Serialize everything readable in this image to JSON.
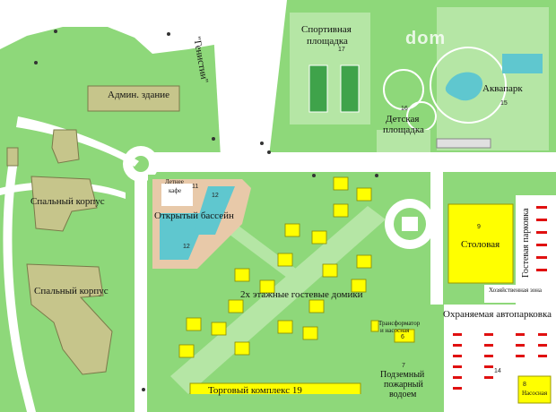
{
  "map": {
    "labels": {
      "street": "\"Генистии\"",
      "sports_ground_l1": "Спортивная",
      "sports_ground_l2": "площадка",
      "sports_ground_num": "17",
      "admin_building": "Админ. здание",
      "playground_num": "16",
      "playground_l1": "Детская",
      "playground_l2": "площадка",
      "aquapark": "Аквапарк",
      "aquapark_num": "15",
      "summer_cafe_l1": "Летнее",
      "summer_cafe_l2": "кафе",
      "summer_cafe_num": "11",
      "pool": "Открытый бассейн",
      "pool_num_1": "12",
      "pool_num_2": "12",
      "dorm_1": "Спальный корпус",
      "dorm_2": "Спальный корпус",
      "canteen": "Столовая",
      "canteen_num": "9",
      "guest_parking": "Гостевая парковка",
      "cottages": "2х этажные гостевые домики",
      "business_zone": "Хозяйственная зона",
      "guarded_parking": "Охраняемая автопарковка",
      "transformer_l1": "Трансформатор",
      "transformer_l2": "и насосная",
      "transformer_num": "6",
      "fire_pond_num": "7",
      "fire_pond_l1": "Подземный",
      "fire_pond_l2": "пожарный",
      "fire_pond_l3": "водоем",
      "pump": "Насосная",
      "pump_num": "8",
      "lot_num": "14",
      "mall": "Торговый комплекс 19",
      "watermark": "dom"
    },
    "colors": {
      "grass": "#8ed87a",
      "light_grass": "#b5e6a5",
      "road": "#ffffff",
      "building_olive": "#c6c58b",
      "yellow": "#ffff00",
      "pool_water": "#5fc7cf",
      "paving": "#e8c9a9",
      "sport_field": "#3fa34a",
      "parking_red": "#e01010"
    }
  }
}
